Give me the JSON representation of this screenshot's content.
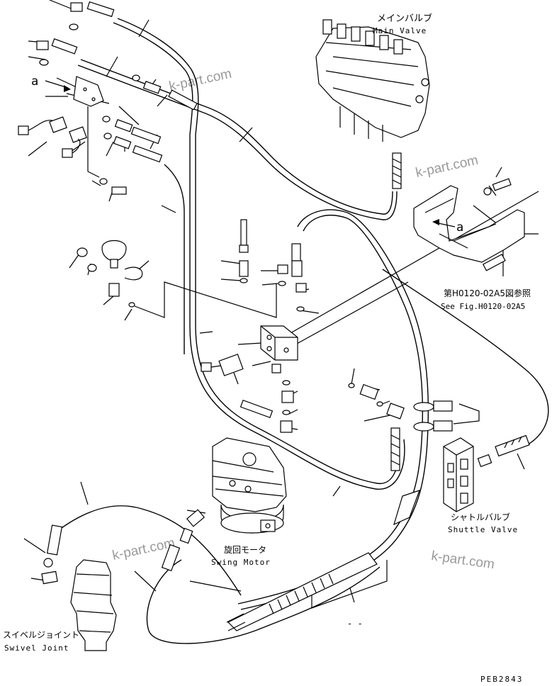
{
  "labels": {
    "main_valve_jp": "メインバルブ",
    "main_valve_en": "Main Valve",
    "see_fig_jp": "第H0120-02A5図参照",
    "see_fig_en": "See Fig.H0120-02A5",
    "shuttle_valve_jp": "シャトルバルブ",
    "shuttle_valve_en": "Shuttle Valve",
    "swing_motor_jp": "旋回モータ",
    "swing_motor_en": "Swing Motor",
    "swivel_joint_jp": "スイベルジョイント",
    "swivel_joint_en": "Swivel Joint",
    "ref_a_left": "a",
    "ref_a_right": "a",
    "dashes": "- -",
    "drawing_code": "PEB2843"
  },
  "watermarks": [
    "k-part.com",
    "k-part.com",
    "k-part.com",
    "k-part.com"
  ]
}
